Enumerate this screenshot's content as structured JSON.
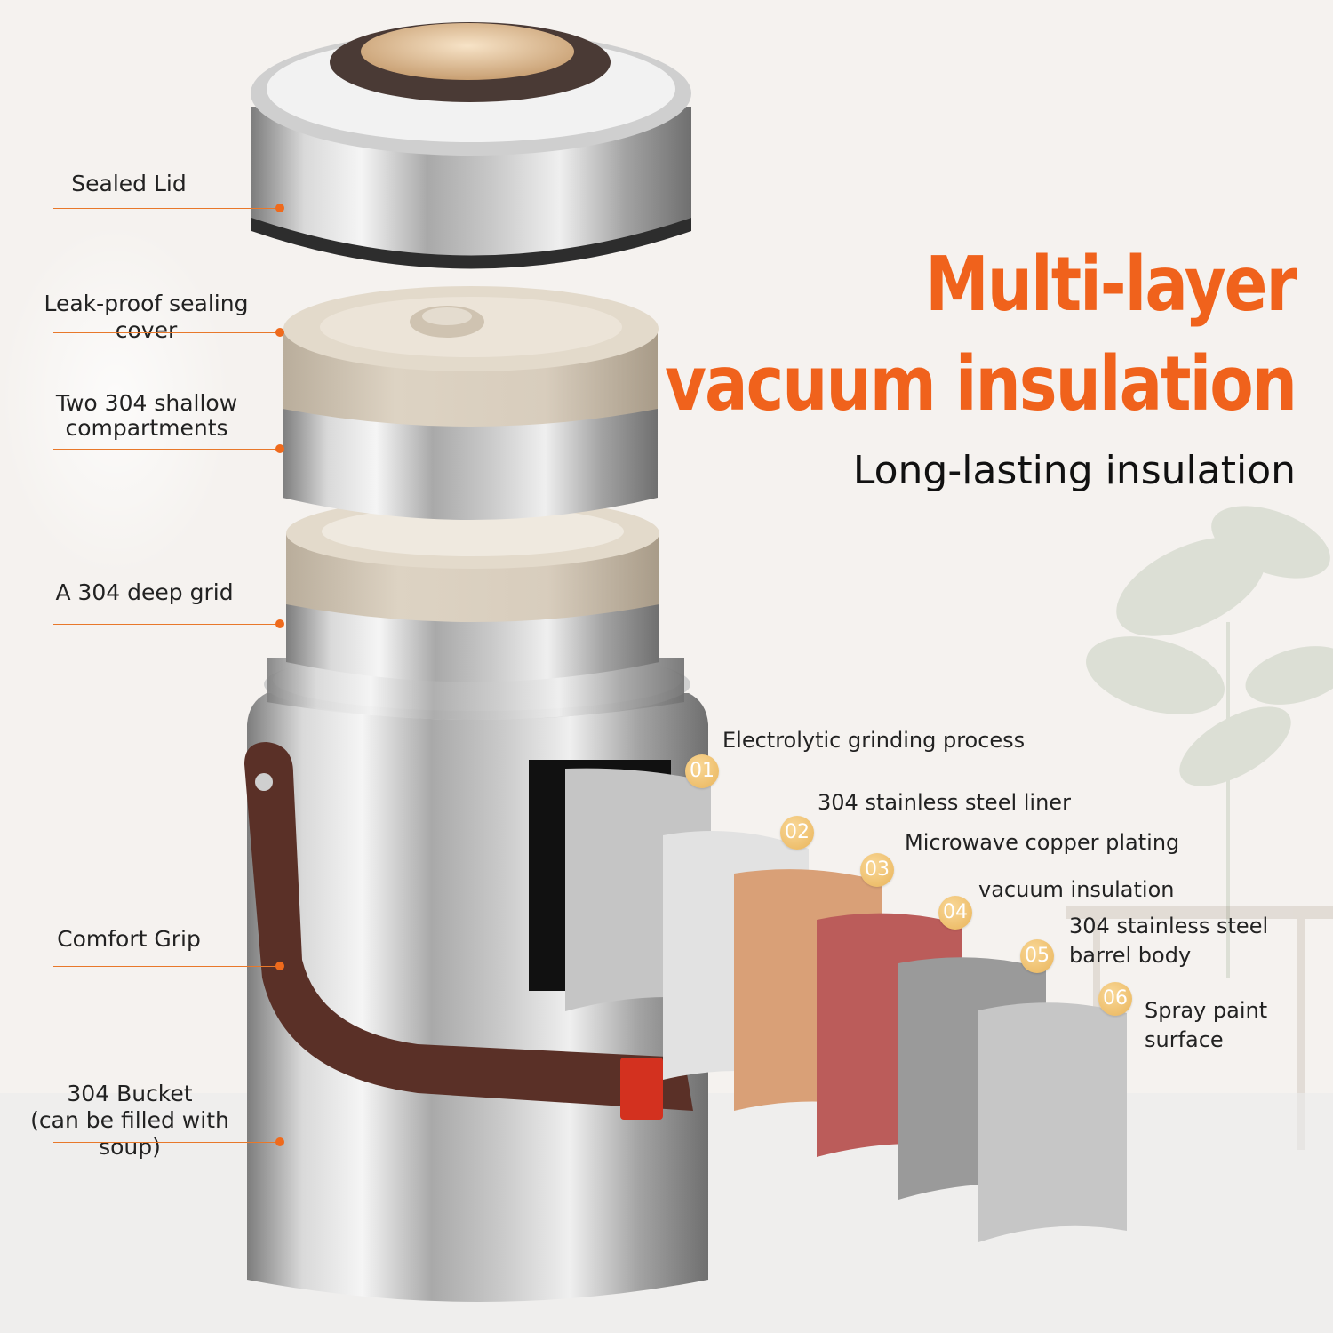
{
  "headline": {
    "line1": "Multi-layer",
    "line2": "vacuum insulation",
    "subtitle": "Long-lasting insulation"
  },
  "parts": [
    {
      "label": "Sealed Lid"
    },
    {
      "label": "Leak-proof sealing cover"
    },
    {
      "label": "Two 304 shallow\ncompartments"
    },
    {
      "label": "A 304 deep grid"
    },
    {
      "label": "Comfort Grip"
    },
    {
      "label": "304 Bucket\n(can be filled with soup)"
    }
  ],
  "layers": [
    {
      "number": "01",
      "label": "Electrolytic grinding process",
      "color": "#c8c8c8"
    },
    {
      "number": "02",
      "label": "304 stainless steel liner",
      "color": "#dcdcdc"
    },
    {
      "number": "03",
      "label": "Microwave copper plating",
      "color": "#d9a077"
    },
    {
      "number": "04",
      "label": "vacuum insulation",
      "color": "#bb5c5a"
    },
    {
      "number": "05",
      "label": "304 stainless steel\nbarrel body",
      "color": "#9a9a9a"
    },
    {
      "number": "06",
      "label": "Spray paint\nsurface",
      "color": "#c6c6c6"
    }
  ],
  "colors": {
    "accent": "#f0621c",
    "guide_line": "#e8782a",
    "badge": "#e9b45a",
    "grip": "#5a3027"
  }
}
